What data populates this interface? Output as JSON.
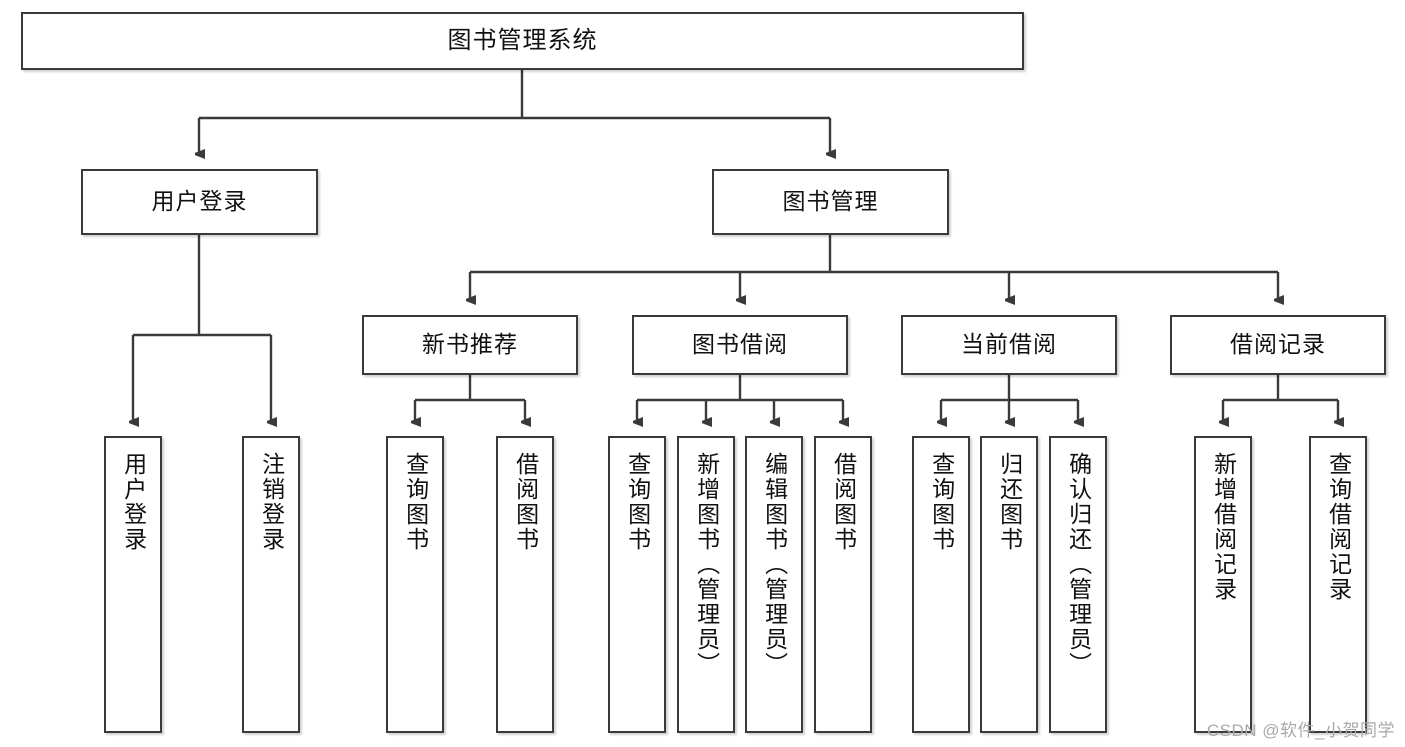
{
  "diagram": {
    "title": "图书管理系统",
    "watermark": "CSDN @软件_小贺同学",
    "colors": {
      "box_border": "#3a3a3a",
      "box_fill": "#ffffff",
      "connector": "#3a3a3a",
      "text": "#111111",
      "watermark": "#a9a9a9"
    },
    "root": {
      "label": "图书管理系统"
    },
    "level1": [
      {
        "label": "用户登录"
      },
      {
        "label": "图书管理"
      }
    ],
    "level2": [
      {
        "label": "新书推荐"
      },
      {
        "label": "图书借阅"
      },
      {
        "label": "当前借阅"
      },
      {
        "label": "借阅记录"
      }
    ],
    "leaves": {
      "user_login": [
        {
          "label": "用户登录"
        },
        {
          "label": "注销登录"
        }
      ],
      "new_book": [
        {
          "label": "查询图书"
        },
        {
          "label": "借阅图书"
        }
      ],
      "book_borrow": [
        {
          "label": "查询图书"
        },
        {
          "label": "新增图书（管理员）"
        },
        {
          "label": "编辑图书（管理员）"
        },
        {
          "label": "借阅图书"
        }
      ],
      "current_borrow": [
        {
          "label": "查询图书"
        },
        {
          "label": "归还图书"
        },
        {
          "label": "确认归还（管理员）"
        }
      ],
      "borrow_record": [
        {
          "label": "新增借阅记录"
        },
        {
          "label": "查询借阅记录"
        }
      ]
    }
  }
}
